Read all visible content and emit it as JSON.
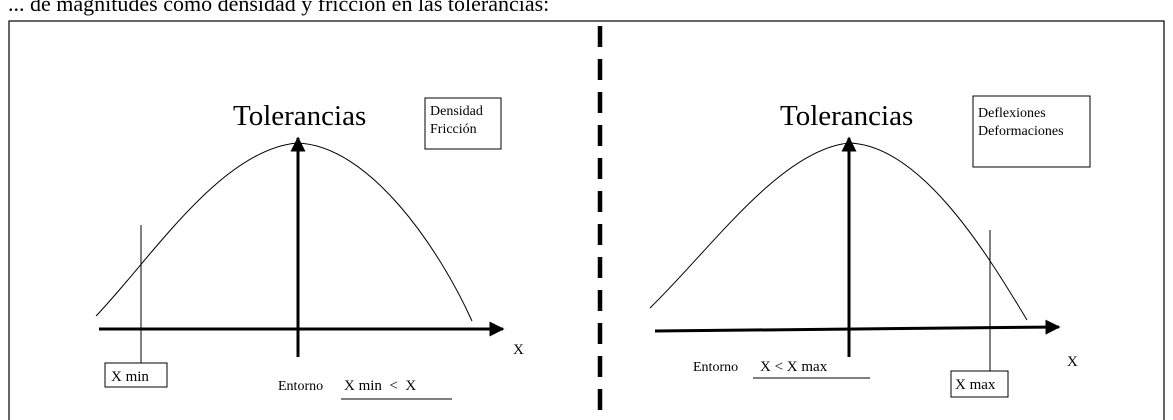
{
  "header_text": "... de magnitudes como densidad y fricción en las tolerancias:",
  "left_panel": {
    "title": "Tolerancias",
    "box_lines": [
      "Densidad",
      "Fricción"
    ],
    "x_axis_label": "X",
    "limit_label": "X min",
    "entorno_label": "Entorno",
    "entorno_expr": "X min  <  X"
  },
  "right_panel": {
    "title": "Tolerancias",
    "box_lines": [
      "Deflexiones",
      "Deformaciones"
    ],
    "x_axis_label": "X",
    "limit_label": "X max",
    "entorno_label": "Entorno",
    "entorno_expr": "X < X max"
  }
}
